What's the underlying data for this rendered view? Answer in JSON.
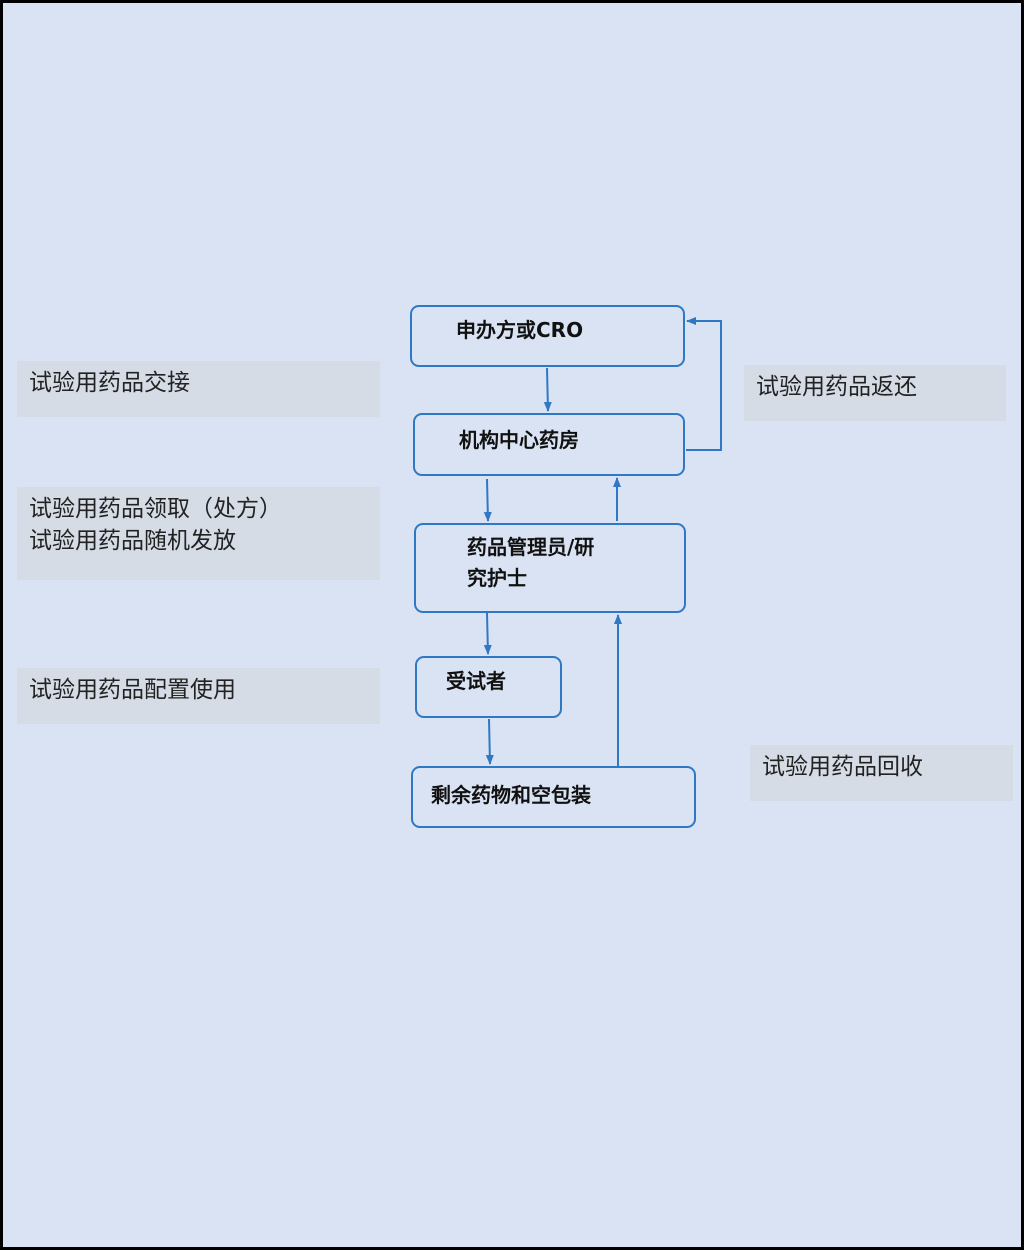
{
  "nodes": {
    "sponsor": "申办方或CRO",
    "pharmacy": "机构中心药房",
    "manager": "药品管理员/研\n究护士",
    "subject": "受试者",
    "remaining": "剩余药物和空包装"
  },
  "labels": {
    "handover": "试验用药品交接",
    "receive_dispense": "试验用药品领取（处方）\n试验用药品随机发放",
    "use": "试验用药品配置使用",
    "return": "试验用药品返还",
    "recycle": "试验用药品回收"
  },
  "colors": {
    "background": "#dae3f3",
    "border": "#2f78c4",
    "label_box": "#d5dce6"
  }
}
